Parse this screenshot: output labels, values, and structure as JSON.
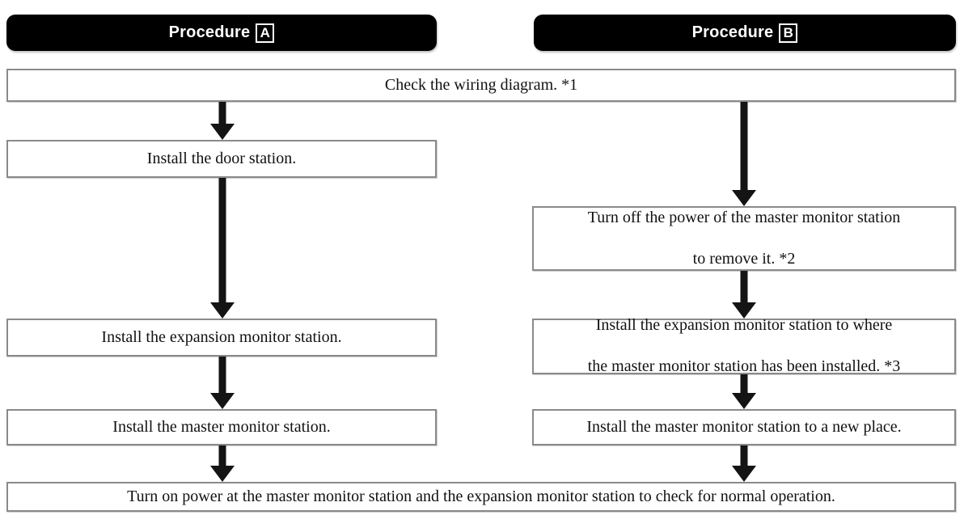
{
  "diagram": {
    "title": "Installation procedure flowchart",
    "type": "flowchart",
    "colors": {
      "header_fill": "#000000",
      "header_text": "#ffffff",
      "box_border": "#8a8a8a",
      "box_fill": "#ffffff",
      "arrow": "#141414",
      "text": "#111111"
    }
  },
  "headers": {
    "procedure_a": {
      "label": "Procedure",
      "badge": "A"
    },
    "procedure_b": {
      "label": "Procedure",
      "badge": "B"
    }
  },
  "shared": {
    "top_step": "Check the wiring diagram. *1",
    "bottom_step": "Turn on power at the master monitor station and the expansion monitor station to check for normal operation."
  },
  "procedure_a": {
    "steps": [
      {
        "id": "a1",
        "text": "Install the door station."
      },
      {
        "id": "a2",
        "text": "Install the expansion monitor station."
      },
      {
        "id": "a3",
        "text": "Install the master monitor station."
      }
    ]
  },
  "procedure_b": {
    "steps": [
      {
        "id": "b1",
        "line1": "Turn off the power of the master monitor station",
        "line2": "to remove it. *2"
      },
      {
        "id": "b2",
        "line1": "Install the expansion monitor station to where",
        "line2": "the master monitor station has been installed. *3"
      },
      {
        "id": "b3",
        "line1": "Install the master monitor station to a new place.",
        "line2": ""
      }
    ]
  },
  "footnote_markers": [
    "*1",
    "*2",
    "*3"
  ]
}
